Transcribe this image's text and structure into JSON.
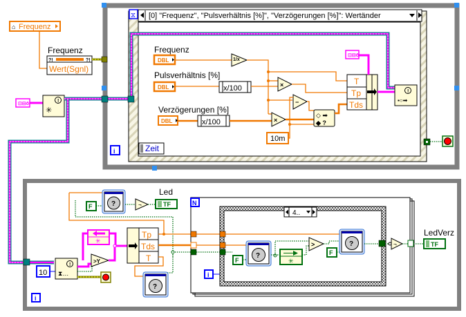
{
  "window": {
    "title": "LabVIEW Block Diagram"
  },
  "colors": {
    "wire_numeric_dbl": "#f07800",
    "wire_boolean": "#007010",
    "wire_cluster_error": "#ff00ff",
    "wire_reference": "#008888",
    "structure_gray": "#808080",
    "loop_blue": "#0000ff",
    "function_fill": "#fffcd8",
    "stop_red": "#ff0000"
  },
  "top_area": {
    "property_node": {
      "reference_label": "Frequenz",
      "property": "Wert(Sgnl)",
      "label": "Frequenz"
    },
    "create_user_event": {
      "icon": "user-event-icon"
    },
    "event_structure": {
      "case_selector": "[0] \"Frequenz\", \"Pulsverhältnis [%]\", \"Verzögerungen [%]\": Wertänder",
      "timeout_label": "Zeit",
      "controls": [
        {
          "label": "Frequenz",
          "type": "DBL"
        },
        {
          "label": "Pulsverhältnis [%]",
          "type": "DBL"
        },
        {
          "label": "Verzögerungen [%]",
          "type": "DBL"
        }
      ],
      "subvi_pct": "x/100",
      "constant_10m": "10m",
      "bundle_terms": [
        "T",
        "Tp",
        "Tds"
      ],
      "iteration_label": "i"
    }
  },
  "bottom_loop": {
    "led_label": "Led",
    "led_type": "TF",
    "false_const": "F",
    "timeout_const": "10",
    "unbundle_terms": [
      "Tp",
      "Tds",
      "T"
    ],
    "iteration_label": "i",
    "for_loop": {
      "count_label": "N",
      "iteration_label": "i",
      "case_selector": "4..",
      "false_const": "F",
      "unknown_term": "?"
    },
    "output_label": "LedVerz",
    "output_type": "TF"
  }
}
